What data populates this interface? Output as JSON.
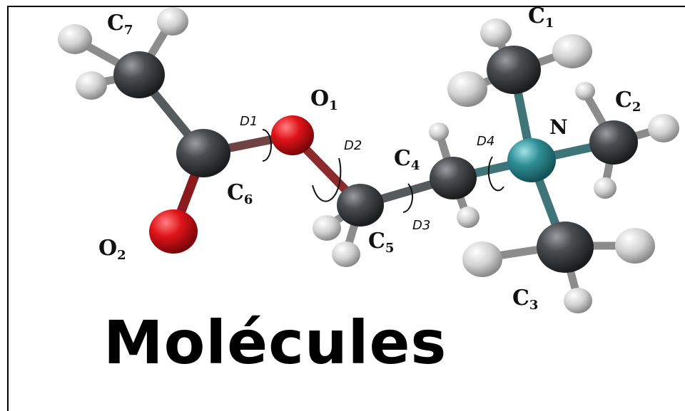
{
  "caption": "Molécules",
  "labels": {
    "c7": {
      "base": "C",
      "sub": "7"
    },
    "c1": {
      "base": "C",
      "sub": "1"
    },
    "c2": {
      "base": "C",
      "sub": "2"
    },
    "c3": {
      "base": "C",
      "sub": "3"
    },
    "c4": {
      "base": "C",
      "sub": "4"
    },
    "c5": {
      "base": "C",
      "sub": "5"
    },
    "c6": {
      "base": "C",
      "sub": "6"
    },
    "o1": {
      "base": "O",
      "sub": "1"
    },
    "o2": {
      "base": "O",
      "sub": "2"
    },
    "n": {
      "base": "N"
    }
  },
  "dihedrals": {
    "d1": "D1",
    "d2": "D2",
    "d3": "D3",
    "d4": "D4"
  },
  "colors": {
    "carbon": "#3a3d3f",
    "oxygen": "#e0141a",
    "nitrogen": "#2f8f96",
    "hydrogen": "#dcdcdc"
  }
}
